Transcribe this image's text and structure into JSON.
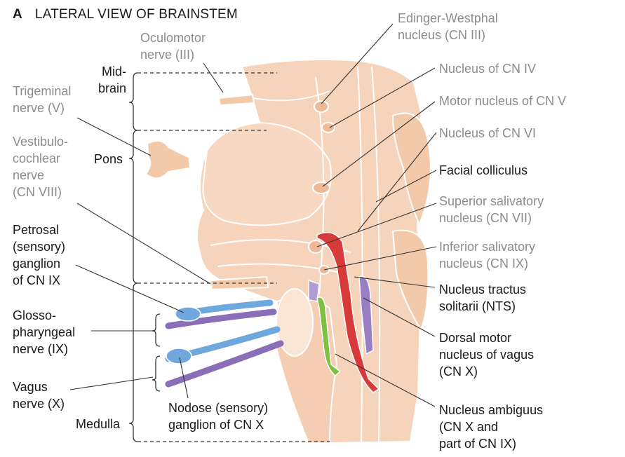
{
  "title": {
    "letter": "A",
    "text": "LATERAL VIEW OF BRAINSTEM"
  },
  "regions": {
    "midbrain": "Mid-\nbrain",
    "pons": "Pons",
    "medulla": "Medulla"
  },
  "labels_left": {
    "oculomotor": "Oculomotor\nnerve (III)",
    "trigeminal": "Trigeminal\nnerve (V)",
    "vestibulocochlear": "Vestibulo-\ncochlear\nnerve\n(CN VIII)",
    "petrosal": "Petrosal\n(sensory)\nganglion\nof CN IX",
    "glossopharyngeal": "Glosso-\npharyngeal\nnerve (IX)",
    "vagus": "Vagus\nnerve (X)",
    "nodose": "Nodose (sensory)\nganglion of CN X"
  },
  "labels_right": {
    "edinger": "Edinger-Westphal\nnucleus (CN III)",
    "cn4": "Nucleus of CN IV",
    "motor5": "Motor nucleus of CN V",
    "cn6": "Nucleus of CN VI",
    "facial_colliculus": "Facial colliculus",
    "sup_salivatory": "Superior salivatory\nnucleus (CN VII)",
    "inf_salivatory": "Inferior salivatory\nnucleus (CN IX)",
    "nts": "Nucleus tractus\nsolitarii (NTS)",
    "dorsal_motor": "Dorsal motor\nnucleus of vagus\n(CN X)",
    "ambiguus": "Nucleus ambiguus\n(CN X and\npart of CN IX)"
  },
  "colors": {
    "tissue": "#f6d3bb",
    "tissue_dark": "#e9b99a",
    "outline": "#ffffff",
    "nts_red": "#d83a3a",
    "dorsal_motor_purple": "#9a7ec4",
    "ambiguus_green": "#7cc142",
    "sensory_blue": "#6fa8dc",
    "motor_purple": "#8a6fb8",
    "label_dark": "#1a1a1a",
    "label_gray": "#8c8c8c"
  }
}
